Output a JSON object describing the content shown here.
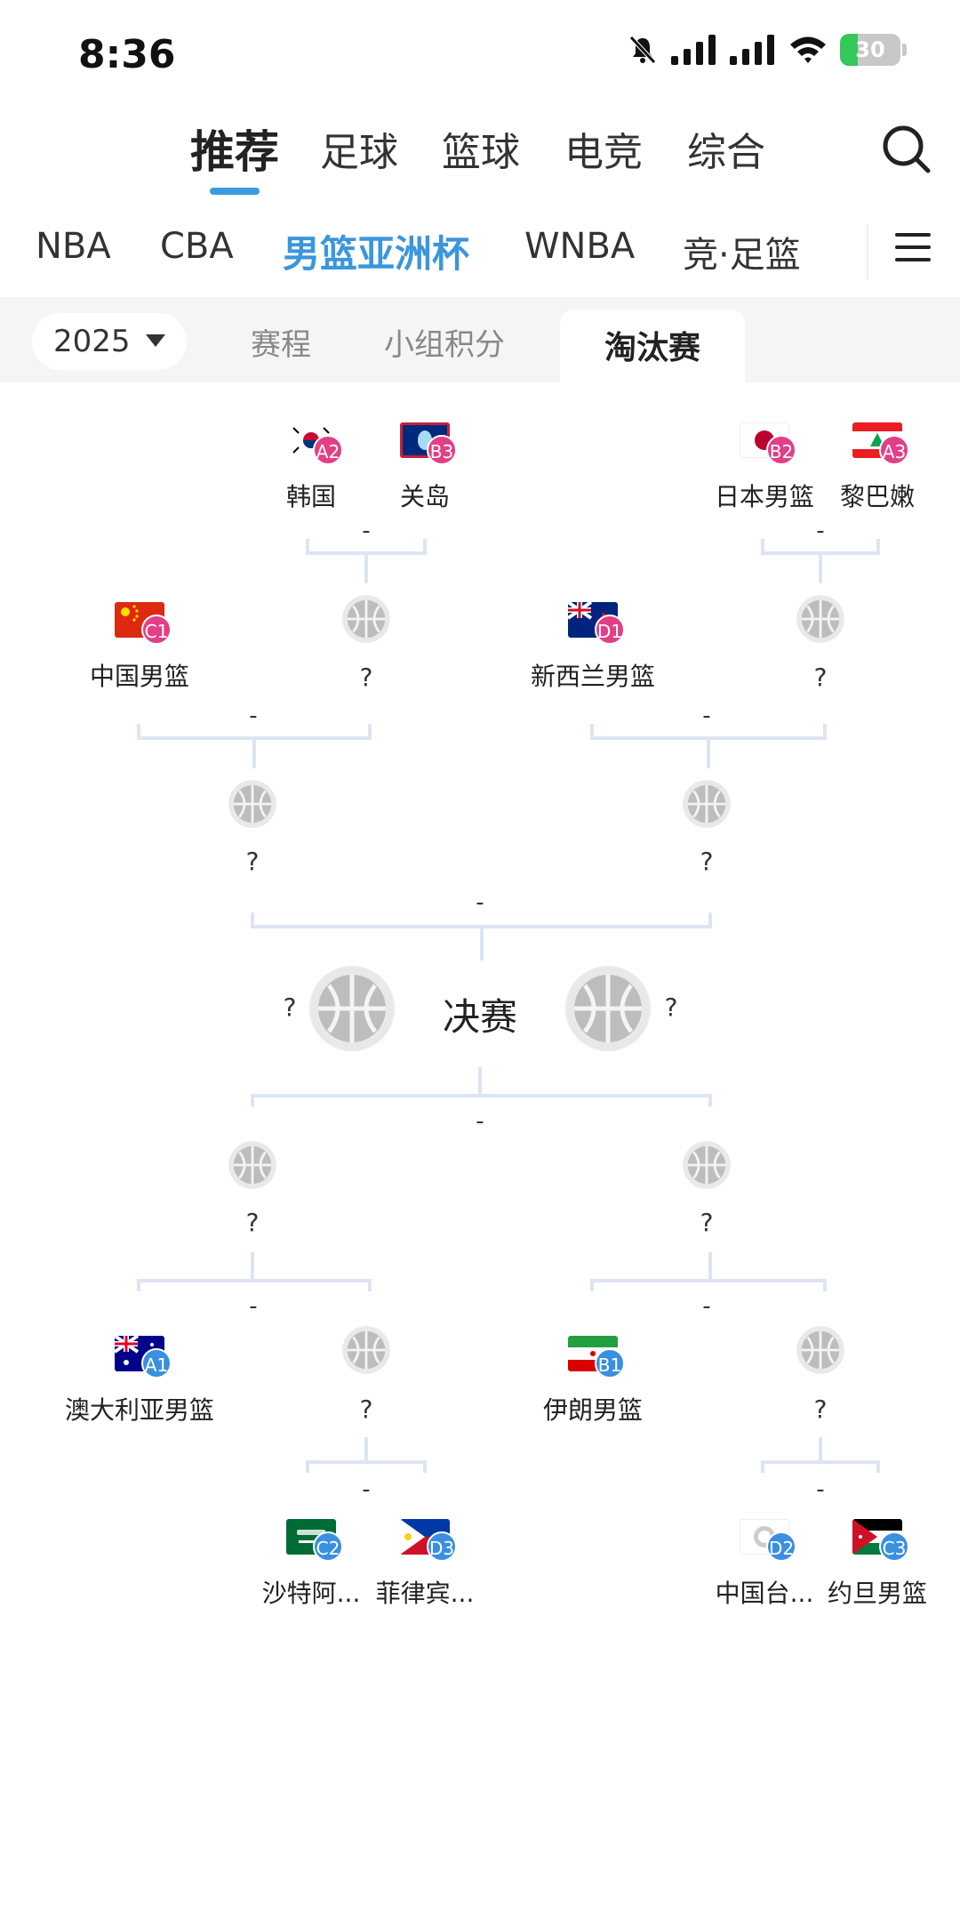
{
  "status_bar": {
    "time": "8:36",
    "battery": "30",
    "battery_level": 0.3
  },
  "main_tabs": [
    {
      "label": "推荐",
      "active": true
    },
    {
      "label": "足球"
    },
    {
      "label": "篮球"
    },
    {
      "label": "电竞"
    },
    {
      "label": "综合"
    }
  ],
  "league_tabs": [
    {
      "label": "NBA"
    },
    {
      "label": "CBA"
    },
    {
      "label": "男篮亚洲杯",
      "active": true
    },
    {
      "label": "WNBA"
    },
    {
      "label": "竞·足篮"
    }
  ],
  "filter": {
    "year": "2025",
    "tabs": [
      {
        "label": "赛程"
      },
      {
        "label": "小组积分"
      },
      {
        "label": "淘汰赛",
        "active": true
      }
    ]
  },
  "bracket": {
    "final_label": "决赛",
    "unknown": "?",
    "pending_score": "-",
    "teams": {
      "korea": {
        "name": "韩国",
        "seed": "A2"
      },
      "guam": {
        "name": "关岛",
        "seed": "B3"
      },
      "japan": {
        "name": "日本男篮",
        "seed": "B2"
      },
      "lebanon": {
        "name": "黎巴嫩",
        "seed": "A3"
      },
      "china": {
        "name": "中国男篮",
        "seed": "C1"
      },
      "nz": {
        "name": "新西兰男篮",
        "seed": "D1"
      },
      "australia": {
        "name": "澳大利亚男篮",
        "seed": "A1"
      },
      "iran": {
        "name": "伊朗男篮",
        "seed": "B1"
      },
      "saudi": {
        "name": "沙特阿...",
        "seed": "C2"
      },
      "phil": {
        "name": "菲律宾...",
        "seed": "D3"
      },
      "taipei": {
        "name": "中国台...",
        "seed": "D2"
      },
      "jordan": {
        "name": "约旦男篮",
        "seed": "C3"
      }
    }
  },
  "colors": {
    "accent": "#3a96dd",
    "seed_top": "#e23f86",
    "seed_bottom": "#3a8fe0",
    "bracket_line": "#dde5f3"
  }
}
